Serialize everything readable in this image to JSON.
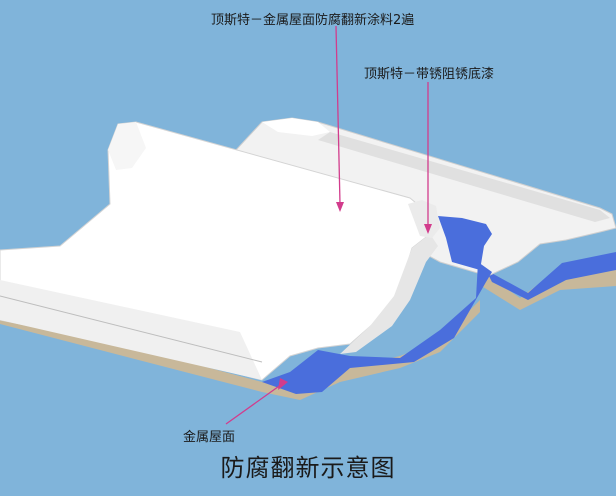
{
  "labels": {
    "top_coating": "顶斯特－金属屋面防腐翻新涂料2遍",
    "primer": "顶斯特－带锈阻锈底漆",
    "metal_roof": "金属屋面"
  },
  "title": "防腐翻新示意图",
  "colors": {
    "background": "#80b4da",
    "coating": "#ffffff",
    "primer": "#4a6edc",
    "metal": "#c8b89a",
    "arrow": "#d23c8c"
  }
}
